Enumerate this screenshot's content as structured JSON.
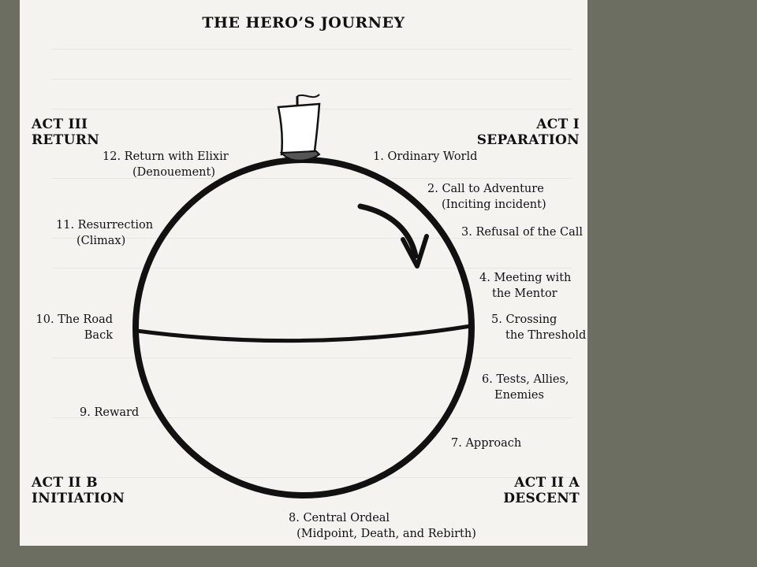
{
  "title": "THE HERO’S JOURNEY",
  "acts": {
    "act1": {
      "line1": "ACT I",
      "line2": "SEPARATION"
    },
    "act2a": {
      "line1": "ACT II A",
      "line2": "DESCENT"
    },
    "act2b": {
      "line1": "ACT II B",
      "line2": "INITIATION"
    },
    "act3": {
      "line1": "ACT III",
      "line2": "RETURN"
    }
  },
  "stages": {
    "s1": {
      "line1": "1. Ordinary World"
    },
    "s2": {
      "line1": "2. Call to Adventure",
      "line2": "(Inciting incident)"
    },
    "s3": {
      "line1": "3. Refusal of the Call"
    },
    "s4": {
      "line1": "4. Meeting with",
      "line2": "the Mentor"
    },
    "s5": {
      "line1": "5. Crossing",
      "line2": "the Threshold"
    },
    "s6": {
      "line1": "6. Tests, Allies,",
      "line2": "Enemies"
    },
    "s7": {
      "line1": "7. Approach"
    },
    "s8": {
      "line1": "8. Central Ordeal",
      "line2": "(Midpoint, Death, and Rebirth)"
    },
    "s9": {
      "line1": "9. Reward"
    },
    "s10": {
      "line1": "10. The Road",
      "line2": "Back"
    },
    "s11": {
      "line1": "11. Resurrection",
      "line2": "(Climax)"
    },
    "s12": {
      "line1": "12. Return with Elixir",
      "line2": "(Denouement)"
    }
  }
}
